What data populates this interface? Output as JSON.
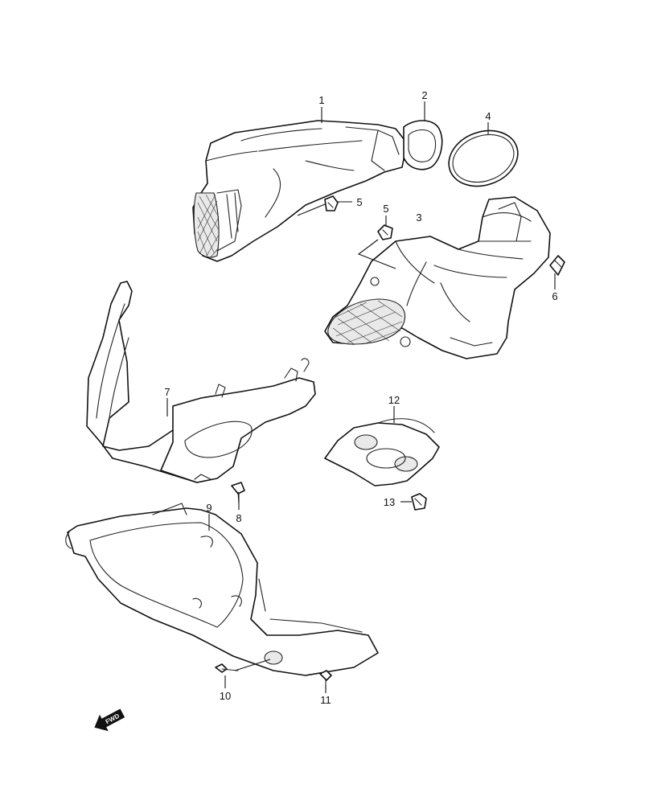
{
  "callouts": [
    {
      "id": "c1",
      "label": "1"
    },
    {
      "id": "c2",
      "label": "2"
    },
    {
      "id": "c3",
      "label": "3"
    },
    {
      "id": "c4",
      "label": "4"
    },
    {
      "id": "c5a",
      "label": "5"
    },
    {
      "id": "c5b",
      "label": "5"
    },
    {
      "id": "c6",
      "label": "6"
    },
    {
      "id": "c7",
      "label": "7"
    },
    {
      "id": "c8",
      "label": "8"
    },
    {
      "id": "c9",
      "label": "9"
    },
    {
      "id": "c10",
      "label": "10"
    },
    {
      "id": "c11",
      "label": "11"
    },
    {
      "id": "c12",
      "label": "12"
    },
    {
      "id": "c13",
      "label": "13"
    }
  ],
  "fwd_label": "FWD"
}
